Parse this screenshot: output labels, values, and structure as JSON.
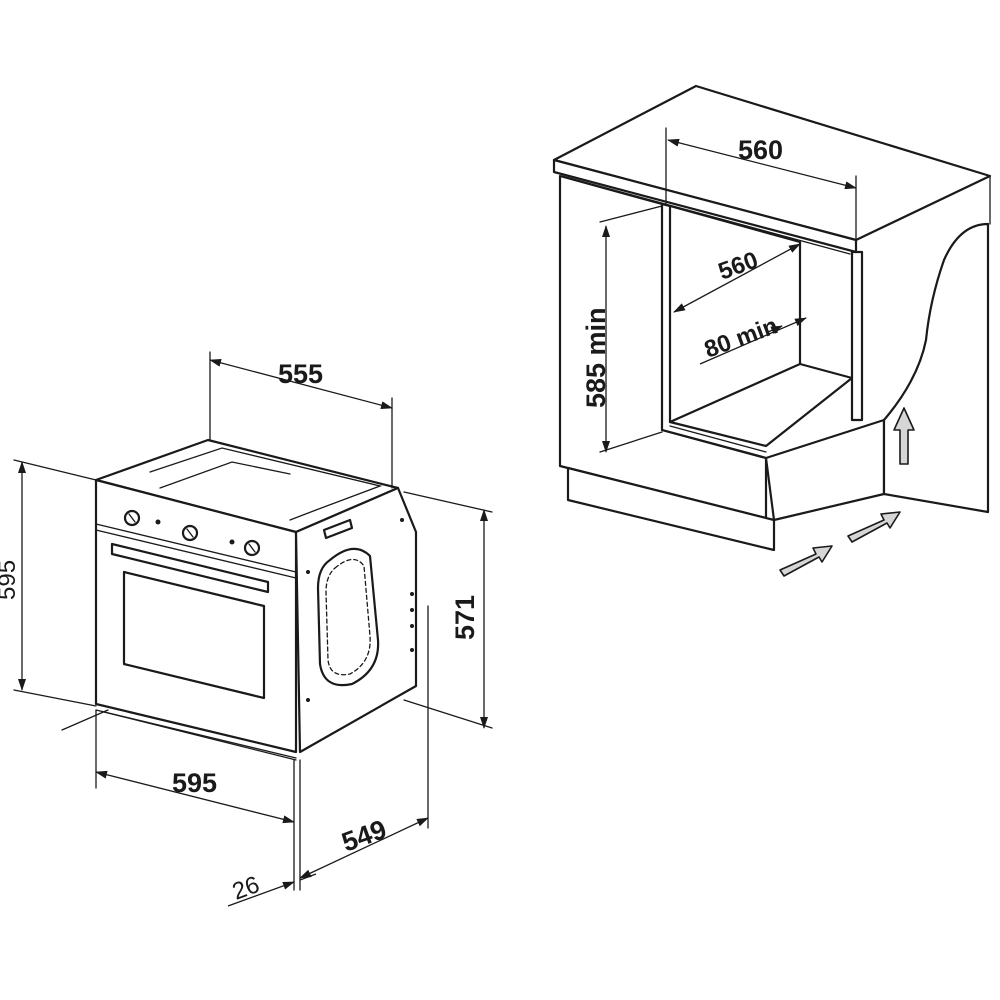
{
  "oven": {
    "dimensions": {
      "top_width": "555",
      "front_width": "595",
      "height_overall": "595",
      "body_height": "571",
      "body_depth": "549",
      "front_panel_depth": "26"
    }
  },
  "cabinet": {
    "dimensions": {
      "opening_width": "560",
      "inner_depth": "560",
      "opening_height": "585 min",
      "vent_gap": "80 min"
    }
  },
  "colors": {
    "line": "#1a1a1a",
    "airflow_arrow": "#d6d6d6",
    "background": "#ffffff"
  }
}
